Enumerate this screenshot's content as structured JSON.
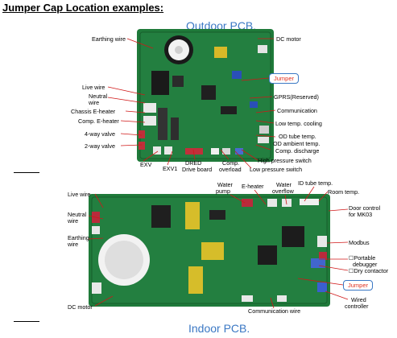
{
  "header": {
    "title": "Jumper Cap Location examples:"
  },
  "outdoor": {
    "title": "Outdoor PCB.",
    "jumper": "Jumper",
    "labels": {
      "earthing_wire": "Earthing wire",
      "dc_motor": "DC motor",
      "live_wire": "Live wire",
      "neutral_wire_1": "Neutral",
      "neutral_wire_2": "wire",
      "chassis_heater": "Chassis E-heater",
      "comp_heater": "Comp. E-heater",
      "four_way": "4-way valve",
      "two_way": "2-way valve",
      "exv": "EXV",
      "exv1": "EXV1",
      "dred_1": "DRED",
      "dred_2": "Drive board",
      "comp_overload_1": "Comp.",
      "comp_overload_2": "overload",
      "low_pressure": "Low pressure switch",
      "high_pressure": "High pressure switch",
      "comp_discharge": "Comp. discharge",
      "od_ambient": "OD ambient temp.",
      "od_tube": "OD tube temp.",
      "low_temp_cooling": "Low temp. cooling",
      "communication": "Communication",
      "gprs": "GPRS(Reserved)"
    }
  },
  "indoor": {
    "title": "Indoor PCB.",
    "jumper": "Jumper",
    "labels": {
      "live_wire": "Live wire",
      "neutral_1": "Neutral",
      "neutral_2": "wire",
      "earthing_1": "Earthing",
      "earthing_2": "wire",
      "dc_motor": "DC motor",
      "water_pump_1": "Water",
      "water_pump_2": "pump",
      "e_heater": "E-heater",
      "water_overflow_1": "Water",
      "water_overflow_2": "overflow",
      "id_tube": "ID tube temp.",
      "room_temp": "Room temp.",
      "door_control_1": "Door control",
      "door_control_2": "for MK03",
      "modbus": "Modbus",
      "portable_debugger_1": "☐Portable",
      "portable_debugger_2": "debugger",
      "dry_contactor": "☐Dry contactor",
      "wired_controller_1": "Wired",
      "wired_controller_2": "controller",
      "communication_wire": "Communication wire"
    }
  },
  "colors": {
    "pcb_green": "#1f7a3a",
    "title_blue": "#3b78c4",
    "jumper_red": "#e0301e",
    "leader_red": "#d01818"
  }
}
